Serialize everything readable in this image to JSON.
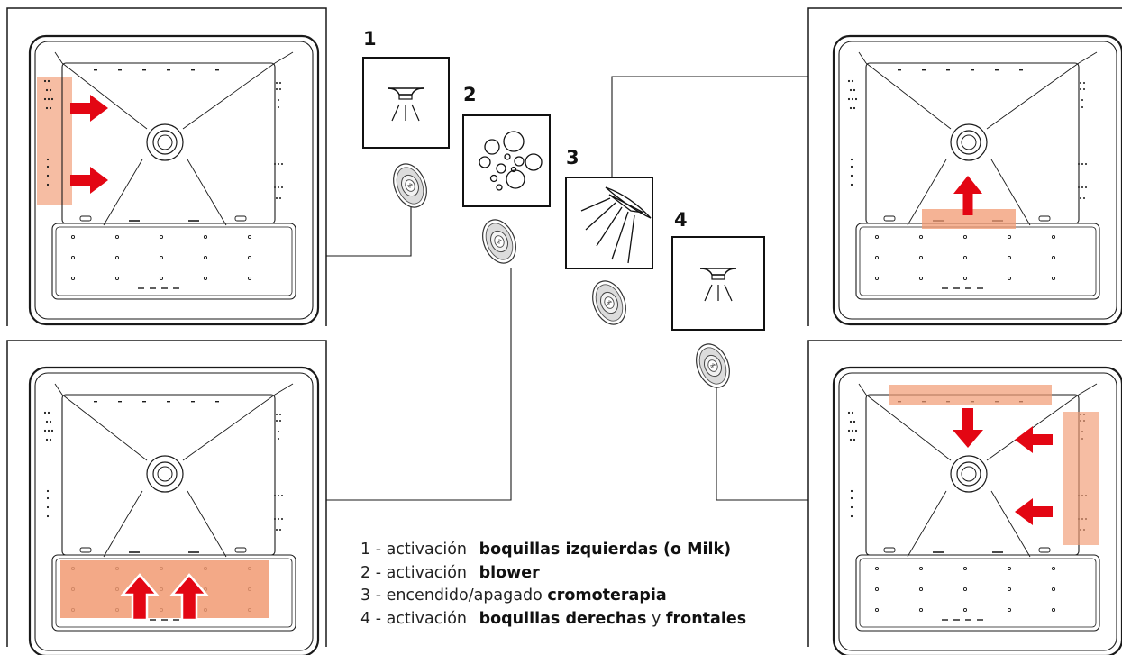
{
  "buttons": [
    {
      "number": "1",
      "icon": "chromo-lamp-icon"
    },
    {
      "number": "2",
      "icon": "blower-bubbles-icon"
    },
    {
      "number": "3",
      "icon": "shower-light-icon"
    },
    {
      "number": "4",
      "icon": "chromo-lamp-icon"
    }
  ],
  "legend": [
    {
      "prefix": "1 - activación",
      "bold": "boquillas izquierdas (o Milk)"
    },
    {
      "prefix": "2 - activación",
      "bold": "blower"
    },
    {
      "prefix": "3 - encendido/apagado",
      "bold": "cromoterapia"
    },
    {
      "prefix": "4 - activación",
      "bold": "boquillas derechas",
      "middle": "y",
      "bold2": "frontales"
    }
  ],
  "colors": {
    "highlight": "#f19a72",
    "arrow": "#e30613",
    "line": "#1a1a1a"
  }
}
